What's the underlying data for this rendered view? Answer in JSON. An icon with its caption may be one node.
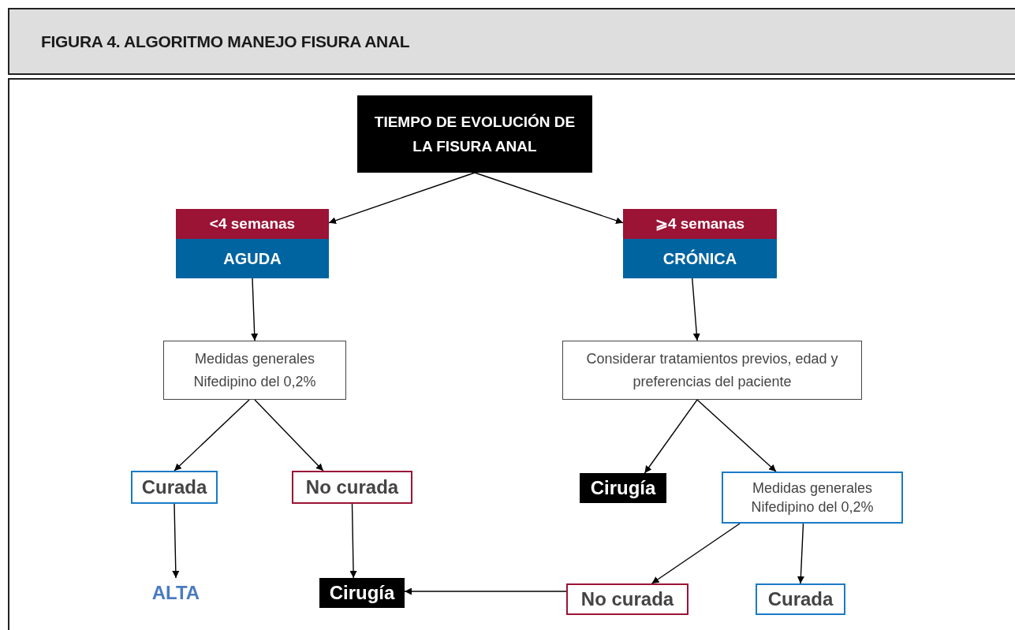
{
  "diagram": {
    "title": "FIGURA 4. ALGORITMO MANEJO FISURA ANAL",
    "nodes": [
      {
        "text": [
          "TIEMPO DE EVOLUCIÓN DE LA FISURA ANAL"
        ]
      },
      {
        "text": [
          "<4 semanas",
          "AGUDA"
        ]
      },
      {
        "text": [
          "⩾4 semanas",
          "CRÓNICA"
        ]
      },
      {
        "text": [
          "Medidas generales",
          "Nifedipino del 0,2%"
        ]
      },
      {
        "text": [
          "Considerar tratamientos previos, edad y preferencias del paciente"
        ]
      },
      {
        "text": [
          "Curada"
        ]
      },
      {
        "text": [
          "No curada"
        ]
      },
      {
        "text": [
          "Cirugía"
        ]
      },
      {
        "text": [
          "Medidas generales",
          "Nifedipino del 0,2%"
        ]
      },
      {
        "text": [
          "ALTA"
        ]
      },
      {
        "text": [
          "Cirugía"
        ]
      },
      {
        "text": [
          "No curada"
        ]
      },
      {
        "text": [
          "Curada"
        ]
      }
    ],
    "edges": [
      {
        "from": 0,
        "to": 1,
        "arrow": "to"
      },
      {
        "from": 0,
        "to": 2,
        "arrow": "to"
      },
      {
        "from": 1,
        "to": 3,
        "arrow": "to"
      },
      {
        "from": 2,
        "to": 4,
        "arrow": "to"
      },
      {
        "from": 3,
        "to": 5,
        "arrow": "to"
      },
      {
        "from": 3,
        "to": 6,
        "arrow": "to"
      },
      {
        "from": 4,
        "to": 7,
        "arrow": "to"
      },
      {
        "from": 4,
        "to": 8,
        "arrow": "to"
      },
      {
        "from": 5,
        "to": 9,
        "arrow": "to"
      },
      {
        "from": 6,
        "to": 10,
        "arrow": "to"
      },
      {
        "from": 8,
        "to": 11,
        "arrow": "to"
      },
      {
        "from": 8,
        "to": 12,
        "arrow": "to"
      },
      {
        "from": 11,
        "to": 10,
        "arrow": "to"
      }
    ]
  }
}
